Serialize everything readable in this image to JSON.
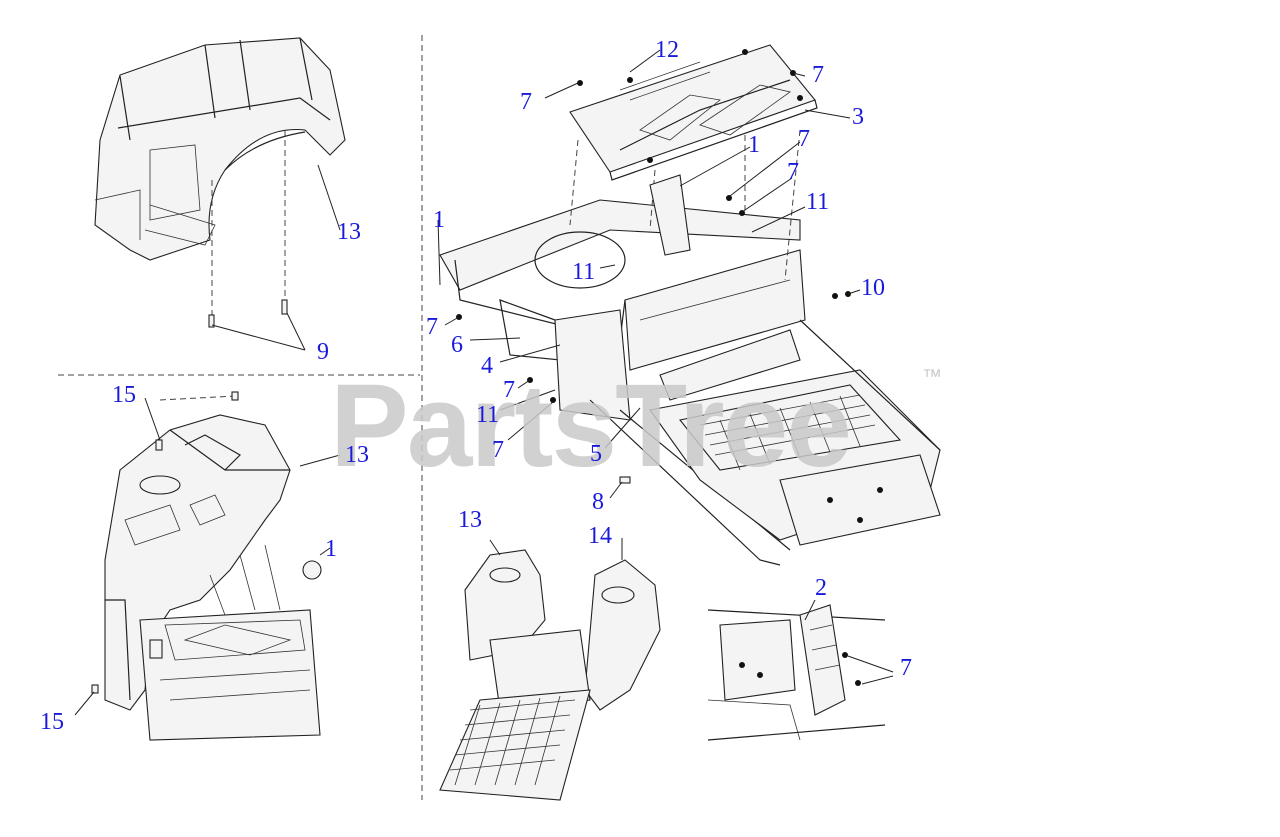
{
  "watermark": {
    "text": "PartsTree",
    "trademark": "™"
  },
  "callouts": [
    {
      "id": "c12",
      "label": "12"
    },
    {
      "id": "c7a",
      "label": "7"
    },
    {
      "id": "c7b",
      "label": "7"
    },
    {
      "id": "c3",
      "label": "3"
    },
    {
      "id": "c1a",
      "label": "1"
    },
    {
      "id": "c7c",
      "label": "7"
    },
    {
      "id": "c7d",
      "label": "7"
    },
    {
      "id": "c11a",
      "label": "11"
    },
    {
      "id": "c1b",
      "label": "1"
    },
    {
      "id": "c11b",
      "label": "11"
    },
    {
      "id": "c10",
      "label": "10"
    },
    {
      "id": "c7e",
      "label": "7"
    },
    {
      "id": "c6",
      "label": "6"
    },
    {
      "id": "c4",
      "label": "4"
    },
    {
      "id": "c7f",
      "label": "7"
    },
    {
      "id": "c11c",
      "label": "11"
    },
    {
      "id": "c7g",
      "label": "7"
    },
    {
      "id": "c5",
      "label": "5"
    },
    {
      "id": "c8",
      "label": "8"
    },
    {
      "id": "c13a",
      "label": "13"
    },
    {
      "id": "c9",
      "label": "9"
    },
    {
      "id": "c15a",
      "label": "15"
    },
    {
      "id": "c13b",
      "label": "13"
    },
    {
      "id": "c1c",
      "label": "1"
    },
    {
      "id": "c15b",
      "label": "15"
    },
    {
      "id": "c13c",
      "label": "13"
    },
    {
      "id": "c14",
      "label": "14"
    },
    {
      "id": "c2",
      "label": "2"
    },
    {
      "id": "c7h",
      "label": "7"
    }
  ]
}
